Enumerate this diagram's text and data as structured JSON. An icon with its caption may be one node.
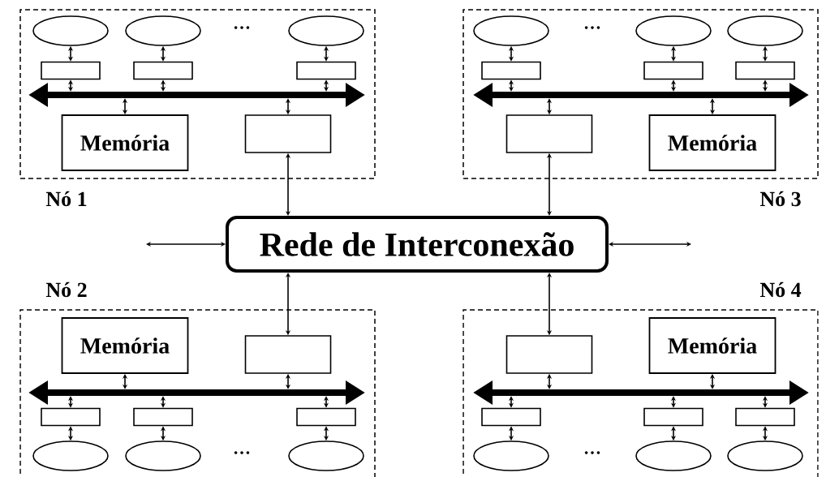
{
  "diagram": {
    "nodes": [
      {
        "text": [
          "Nó 1"
        ]
      },
      {
        "text": [],
        "shape": "ellipse",
        "in": 0
      },
      {
        "text": [],
        "shape": "ellipse",
        "in": 0
      },
      {
        "text": [],
        "shape": "ellipse",
        "in": 0
      },
      {
        "text": [],
        "shape": "box",
        "in": 0
      },
      {
        "text": [],
        "shape": "box",
        "in": 0
      },
      {
        "text": [],
        "shape": "box",
        "in": 0
      },
      {
        "text": [],
        "shape": "bar",
        "in": 0
      },
      {
        "text": [
          "Memória"
        ],
        "in": 0
      },
      {
        "text": [],
        "shape": "box",
        "in": 0
      },
      {
        "text": [
          "Nó 3"
        ]
      },
      {
        "text": [],
        "shape": "ellipse",
        "in": 10
      },
      {
        "text": [],
        "shape": "ellipse",
        "in": 10
      },
      {
        "text": [],
        "shape": "ellipse",
        "in": 10
      },
      {
        "text": [],
        "shape": "box",
        "in": 10
      },
      {
        "text": [],
        "shape": "box",
        "in": 10
      },
      {
        "text": [],
        "shape": "box",
        "in": 10
      },
      {
        "text": [],
        "shape": "bar",
        "in": 10
      },
      {
        "text": [],
        "shape": "box",
        "in": 10
      },
      {
        "text": [
          "Memória"
        ],
        "in": 10
      },
      {
        "text": [
          "Rede de Interconexão"
        ]
      },
      {
        "text": [
          "Nó 2"
        ]
      },
      {
        "text": [
          "Memória"
        ],
        "in": 21
      },
      {
        "text": [],
        "shape": "box",
        "in": 21
      },
      {
        "text": [],
        "shape": "bar",
        "in": 21
      },
      {
        "text": [],
        "shape": "box",
        "in": 21
      },
      {
        "text": [],
        "shape": "box",
        "in": 21
      },
      {
        "text": [],
        "shape": "box",
        "in": 21
      },
      {
        "text": [],
        "shape": "ellipse",
        "in": 21
      },
      {
        "text": [],
        "shape": "ellipse",
        "in": 21
      },
      {
        "text": [],
        "shape": "ellipse",
        "in": 21
      },
      {
        "text": [
          "Nó 4"
        ]
      },
      {
        "text": [],
        "shape": "box",
        "in": 31
      },
      {
        "text": [
          "Memória"
        ],
        "in": 31
      },
      {
        "text": [],
        "shape": "bar",
        "in": 31
      },
      {
        "text": [],
        "shape": "box",
        "in": 31
      },
      {
        "text": [],
        "shape": "box",
        "in": 31
      },
      {
        "text": [],
        "shape": "box",
        "in": 31
      },
      {
        "text": [],
        "shape": "ellipse",
        "in": 31
      },
      {
        "text": [],
        "shape": "ellipse",
        "in": 31
      },
      {
        "text": [],
        "shape": "ellipse",
        "in": 31
      }
    ],
    "edges": [
      {
        "from": 1,
        "to": 4,
        "arrow": "both"
      },
      {
        "from": 2,
        "to": 5,
        "arrow": "both"
      },
      {
        "from": 3,
        "to": 6,
        "arrow": "both"
      },
      {
        "from": 4,
        "to": 7,
        "arrow": "both"
      },
      {
        "from": 5,
        "to": 7,
        "arrow": "both"
      },
      {
        "from": 6,
        "to": 7,
        "arrow": "both"
      },
      {
        "from": 7,
        "to": 8,
        "arrow": "both"
      },
      {
        "from": 7,
        "to": 9,
        "arrow": "both"
      },
      {
        "from": 9,
        "to": 20,
        "arrow": "both"
      },
      {
        "from": 11,
        "to": 14,
        "arrow": "both"
      },
      {
        "from": 12,
        "to": 15,
        "arrow": "both"
      },
      {
        "from": 13,
        "to": 16,
        "arrow": "both"
      },
      {
        "from": 14,
        "to": 17,
        "arrow": "both"
      },
      {
        "from": 15,
        "to": 17,
        "arrow": "both"
      },
      {
        "from": 16,
        "to": 17,
        "arrow": "both"
      },
      {
        "from": 17,
        "to": 18,
        "arrow": "both"
      },
      {
        "from": 17,
        "to": 19,
        "arrow": "both"
      },
      {
        "from": 18,
        "to": 20,
        "arrow": "both"
      },
      {
        "from": 20,
        "to": 23,
        "arrow": "both"
      },
      {
        "from": 22,
        "to": 24,
        "arrow": "both"
      },
      {
        "from": 23,
        "to": 24,
        "arrow": "both"
      },
      {
        "from": 24,
        "to": 25,
        "arrow": "both"
      },
      {
        "from": 24,
        "to": 26,
        "arrow": "both"
      },
      {
        "from": 24,
        "to": 27,
        "arrow": "both"
      },
      {
        "from": 25,
        "to": 28,
        "arrow": "both"
      },
      {
        "from": 26,
        "to": 29,
        "arrow": "both"
      },
      {
        "from": 27,
        "to": 30,
        "arrow": "both"
      },
      {
        "from": 20,
        "to": 32,
        "arrow": "both"
      },
      {
        "from": 32,
        "to": 34,
        "arrow": "both"
      },
      {
        "from": 33,
        "to": 34,
        "arrow": "both"
      },
      {
        "from": 34,
        "to": 35,
        "arrow": "both"
      },
      {
        "from": 34,
        "to": 36,
        "arrow": "both"
      },
      {
        "from": 34,
        "to": 37,
        "arrow": "both"
      },
      {
        "from": 35,
        "to": 38,
        "arrow": "both"
      },
      {
        "from": 36,
        "to": 39,
        "arrow": "both"
      },
      {
        "from": 37,
        "to": 40,
        "arrow": "both"
      },
      {
        "from": null,
        "to": 20,
        "arrow": "both"
      },
      {
        "from": 20,
        "to": null,
        "arrow": "both"
      }
    ],
    "labels": [
      "…",
      "…",
      "…",
      "…"
    ]
  }
}
